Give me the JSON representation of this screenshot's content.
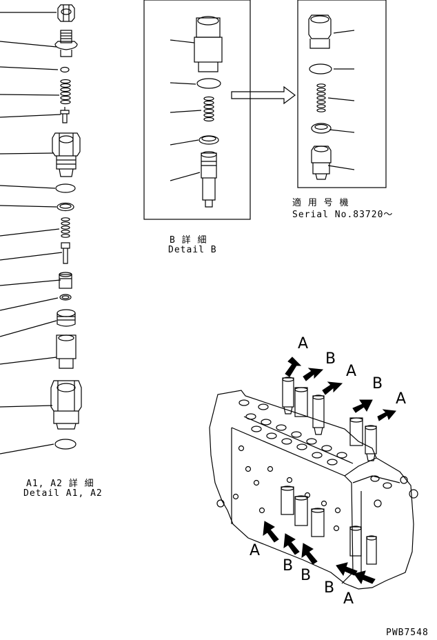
{
  "detail_a": {
    "title_jp": "A1, A2 詳 細",
    "title_en": "Detail A1, A2"
  },
  "detail_b": {
    "title_jp": "B 詳 細",
    "title_en": "Detail B"
  },
  "serial_note": {
    "title_jp": "適 用 号 機",
    "serial": "Serial No.83720〜"
  },
  "valve_labels": {
    "a1": "A",
    "b1": "B",
    "a2": "A",
    "b2": "B",
    "a3": "A",
    "a4": "A",
    "b3": "B",
    "b4": "B",
    "b5": "B",
    "a5": "A"
  },
  "drawing_code": "PWB7548"
}
